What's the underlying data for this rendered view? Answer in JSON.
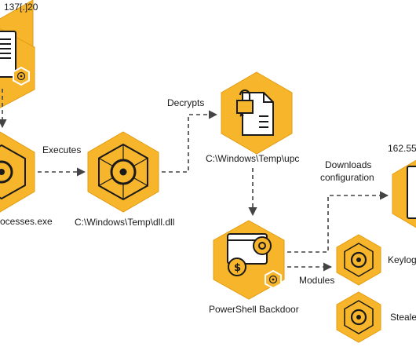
{
  "labels": {
    "top_ip": "137[.]20",
    "executes": "Executes",
    "processes_exe": "ocesses.exe",
    "dll_path": "C:\\Windows\\Temp\\dll.dll",
    "decrypts": "Decrypts",
    "upc_path": "C:\\Windows\\Temp\\upc",
    "downloads_line1": "Downloads",
    "downloads_line2": "configuration",
    "right_ip": "162.55",
    "backdoor": "PowerShell Backdoor",
    "modules": "Modules",
    "keylogger": "Keylog",
    "stealer": "Steale"
  },
  "colors": {
    "hex_fill": "#f7b52c",
    "hex_stroke": "#e29c10",
    "ink": "#1a1a1a",
    "arrow": "#444444"
  },
  "icons": [
    "server-icon",
    "biohazard-icon",
    "locked-document-icon",
    "gears-icon"
  ]
}
